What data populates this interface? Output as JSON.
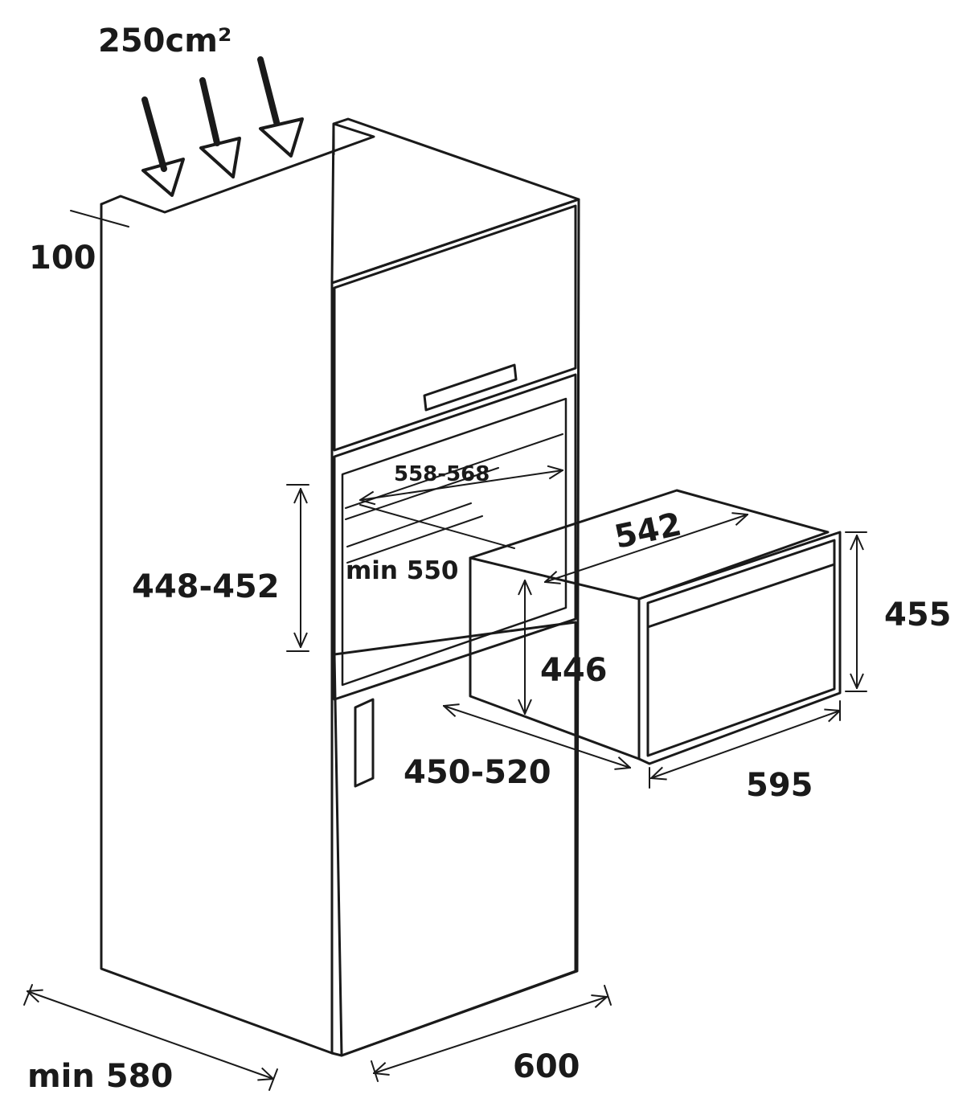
{
  "labels": {
    "ventilation": "250cm²",
    "top_gap": "100",
    "niche_height": "448-452",
    "niche_width": "558-568",
    "niche_depth": "min 550",
    "oven_depth": "542",
    "oven_front_height": "455",
    "oven_body_height": "446",
    "oven_projection": "450-520",
    "oven_width": "595",
    "cabinet_depth": "min 580",
    "cabinet_width": "600"
  },
  "colors": {
    "line": "#1a1a1a",
    "background": "#ffffff"
  },
  "icons": {
    "airflow": "down-arrow-outline-icon"
  }
}
